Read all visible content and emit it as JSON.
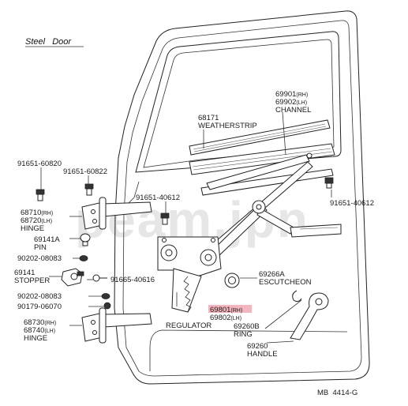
{
  "header": {
    "title": "Steel   Door"
  },
  "code": "MB  4414-G",
  "watermark": "peam.jpn",
  "parts": {
    "p91651_60820": "91651-60820",
    "p91651_60822": "91651-60822",
    "p68710": "68710",
    "p68710_side": "(RH)",
    "p68720": "68720",
    "p68720_side": "(LH)",
    "hinge_upper": "HINGE",
    "p69141A": "69141A",
    "pin": "PIN",
    "p90202_08083_a": "90202-08083",
    "p69141": "69141",
    "stopper": "STOPPER",
    "p91665_40616": "91665-40616",
    "p90202_08083_b": "90202-08083",
    "p90179_06070": "90179-06070",
    "p68730": "68730",
    "p68730_side": "(RH)",
    "p68740": "68740",
    "p68740_side": "(LH)",
    "hinge_lower": "HINGE",
    "p68171": "68171",
    "weatherstrip": "WEATHERSTRIP",
    "p69901": "69901",
    "p69901_side": "(RH)",
    "p69902": "69902",
    "p69902_side": "(LH)",
    "channel": "CHANNEL",
    "p91651_40612_a": "91651-40612",
    "p91651_40612_b": "91651-40612",
    "p69801": "69801",
    "p69801_side": "(RH)",
    "p69802": "69802",
    "p69802_side": "(LH)",
    "regulator": "REGULATOR",
    "p69266A": "69266A",
    "escutcheon": "ESCUTCHEON",
    "p69260B": "69260B",
    "ring": "RING",
    "p69260": "69260",
    "handle": "HANDLE"
  },
  "colors": {
    "ink": "#222222",
    "highlight": "#f3b6bf",
    "watermark": "#e6e6e6"
  }
}
